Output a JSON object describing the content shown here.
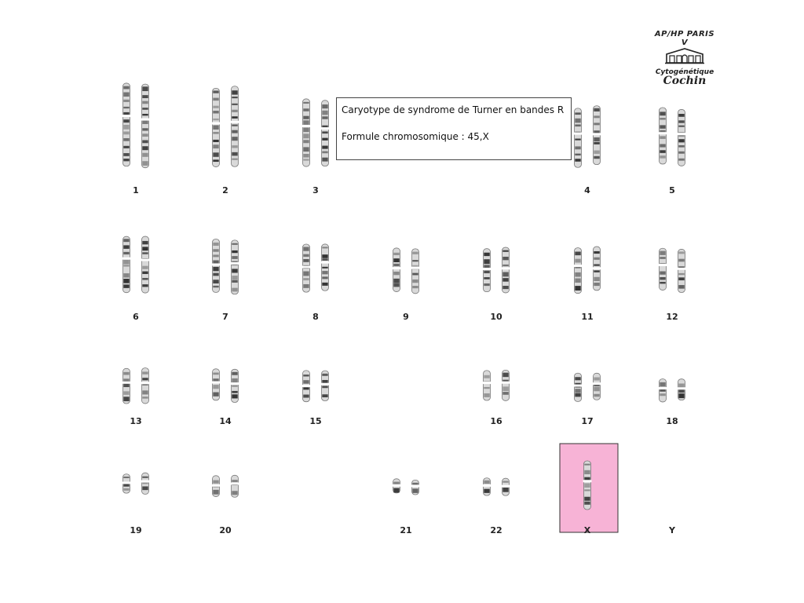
{
  "title_box": {
    "line1": "Caryotype de syndrome de Turner en bandes R",
    "line2": "Formule chromosomique : 45,X"
  },
  "logo": {
    "top_text": "AP/HP PARIS V",
    "sub_text": "Cytogénétique",
    "name": "Cochin",
    "icon": "building-icon"
  },
  "highlight_color": "#f7b3d6",
  "chromosomes": [
    {
      "label": "1",
      "count": 2,
      "size": 1.0
    },
    {
      "label": "2",
      "count": 2,
      "size": 0.95
    },
    {
      "label": "3",
      "count": 2,
      "size": 0.8
    },
    {
      "label": "4",
      "count": 2,
      "size": 0.72
    },
    {
      "label": "5",
      "count": 2,
      "size": 0.7
    },
    {
      "label": "6",
      "count": 2,
      "size": 0.68
    },
    {
      "label": "7",
      "count": 2,
      "size": 0.64
    },
    {
      "label": "8",
      "count": 2,
      "size": 0.58
    },
    {
      "label": "9",
      "count": 2,
      "size": 0.54
    },
    {
      "label": "10",
      "count": 2,
      "size": 0.54
    },
    {
      "label": "11",
      "count": 2,
      "size": 0.54
    },
    {
      "label": "12",
      "count": 2,
      "size": 0.52
    },
    {
      "label": "13",
      "count": 2,
      "size": 0.42
    },
    {
      "label": "14",
      "count": 2,
      "size": 0.4
    },
    {
      "label": "15",
      "count": 2,
      "size": 0.38
    },
    {
      "label": "16",
      "count": 2,
      "size": 0.38
    },
    {
      "label": "17",
      "count": 2,
      "size": 0.34
    },
    {
      "label": "18",
      "count": 2,
      "size": 0.28
    },
    {
      "label": "19",
      "count": 2,
      "size": 0.26
    },
    {
      "label": "20",
      "count": 2,
      "size": 0.26
    },
    {
      "label": "21",
      "count": 2,
      "size": 0.2
    },
    {
      "label": "22",
      "count": 2,
      "size": 0.21
    },
    {
      "label": "X",
      "count": 1,
      "size": 0.6,
      "highlighted": true
    },
    {
      "label": "Y",
      "count": 0,
      "size": 0
    }
  ]
}
